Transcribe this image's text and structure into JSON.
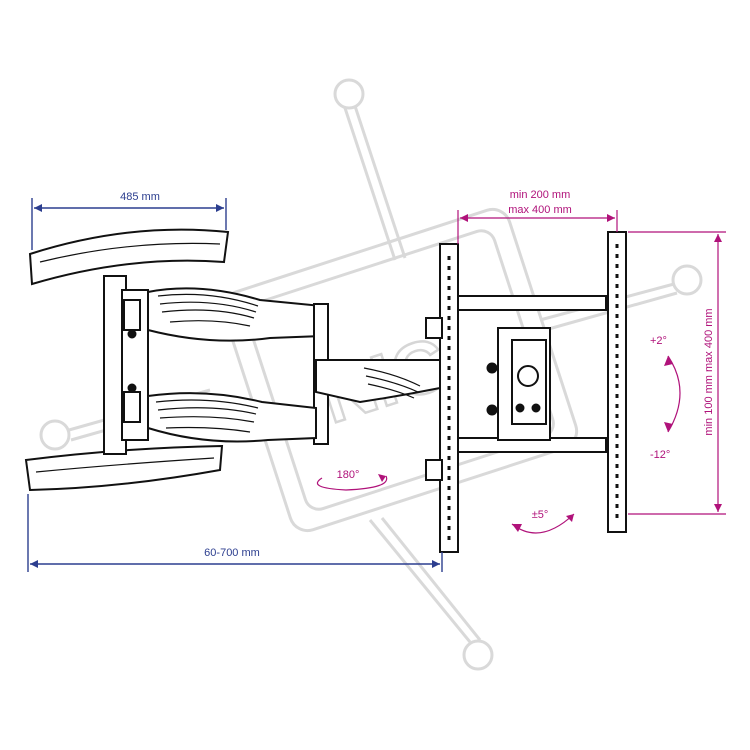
{
  "dimensions": {
    "wall_plate_width": "485 mm",
    "extension": "60-700 mm",
    "vesa_horizontal_min": "min 200 mm",
    "vesa_horizontal_max": "max 400 mm",
    "vesa_vertical": "min 100 mm max 400 mm"
  },
  "angles": {
    "swivel": "180°",
    "rotation": "±5°",
    "tilt_up": "+2°",
    "tilt_down": "-12°"
  },
  "watermark": {
    "text": "NIC"
  },
  "colors": {
    "dimension_blue": "#2c3e8f",
    "dimension_magenta": "#b0127a",
    "line_art": "#111111",
    "watermark_grey": "#d9d9d9"
  }
}
